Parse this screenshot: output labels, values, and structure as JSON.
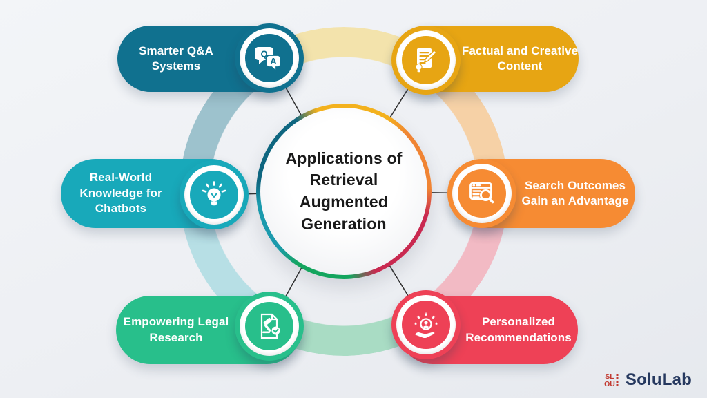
{
  "center": {
    "title": "Applications of Retrieval Augmented Generation"
  },
  "nodes": [
    {
      "label": "Smarter Q&A Systems",
      "color": "#10718f",
      "icon": "qa-chat-bubbles"
    },
    {
      "label": "Factual and Creative Content",
      "color": "#e7a513",
      "icon": "document-pencil-bulb"
    },
    {
      "label": "Real-World Knowledge for Chatbots",
      "color": "#18a9ba",
      "icon": "lightbulb-rays"
    },
    {
      "label": "Search Outcomes Gain an Advantage",
      "color": "#f68b33",
      "icon": "browser-magnifier"
    },
    {
      "label": "Empowering Legal Research",
      "color": "#28bf8b",
      "icon": "legal-document-gavel-check"
    },
    {
      "label": "Personalized Recommendations",
      "color": "#ee4156",
      "icon": "hand-person-stars"
    }
  ],
  "ring_segments": [
    {
      "color": "#f3e3ac",
      "from": 0,
      "to": 30
    },
    {
      "color": "#f6d1a6",
      "from": 34,
      "to": 90
    },
    {
      "color": "#f2bac4",
      "from": 94,
      "to": 146
    },
    {
      "color": "#a9dcc4",
      "from": 150,
      "to": 207
    },
    {
      "color": "#b7dfe5",
      "from": 211,
      "to": 266
    },
    {
      "color": "#9dc2cd",
      "from": 270,
      "to": 329
    },
    {
      "color": "#f3e3ac",
      "from": 333,
      "to": 360
    }
  ],
  "circle_border_segments": [
    {
      "color": "#f3b11d",
      "from": 0,
      "to": 30
    },
    {
      "color": "#f08433",
      "from": 48,
      "to": 88
    },
    {
      "color": "#c92950",
      "from": 106,
      "to": 158
    },
    {
      "color": "#14a55e",
      "from": 176,
      "to": 212
    },
    {
      "color": "#1b9aad",
      "from": 230,
      "to": 262
    },
    {
      "color": "#0e6680",
      "from": 276,
      "to": 326
    },
    {
      "color": "#f3b11d",
      "from": 342,
      "to": 360
    }
  ],
  "connector_color": "#333333",
  "logo": {
    "text": "SoluLab",
    "glyph_color": "#c23a31",
    "text_color": "#26395f"
  }
}
